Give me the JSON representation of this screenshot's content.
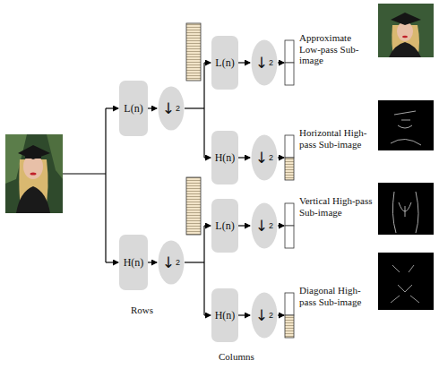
{
  "diagram": {
    "nodes": [
      {
        "text": [
          "L(n)"
        ]
      },
      {
        "text": [
          "↓",
          "2"
        ]
      },
      {
        "text": [
          "H(n)"
        ]
      },
      {
        "text": [
          "↓",
          "2"
        ]
      },
      {
        "text": [
          "L(n)"
        ]
      },
      {
        "text": [
          "↓",
          "2"
        ]
      },
      {
        "text": [
          "H(n)"
        ]
      },
      {
        "text": [
          "↓",
          "2"
        ]
      },
      {
        "text": [
          "L(n)"
        ]
      },
      {
        "text": [
          "↓",
          "2"
        ]
      },
      {
        "text": [
          "H(n)"
        ]
      },
      {
        "text": [
          "↓",
          "2"
        ]
      }
    ],
    "edges": [
      {
        "from": 0,
        "to": 1,
        "arrow": "to"
      },
      {
        "from": 2,
        "to": 3,
        "arrow": "to"
      },
      {
        "from": 4,
        "to": 5,
        "arrow": "to"
      },
      {
        "from": 6,
        "to": 7,
        "arrow": "to"
      },
      {
        "from": 8,
        "to": 9,
        "arrow": "to"
      },
      {
        "from": 10,
        "to": 11,
        "arrow": "to"
      }
    ],
    "labels": [
      "Approximate Low-pass Sub-image",
      "Horizontal High-pass Sub-image",
      "Vertical High-pass Sub-image",
      "Diagonal High-pass Sub-image",
      "Rows",
      "Columns"
    ]
  }
}
